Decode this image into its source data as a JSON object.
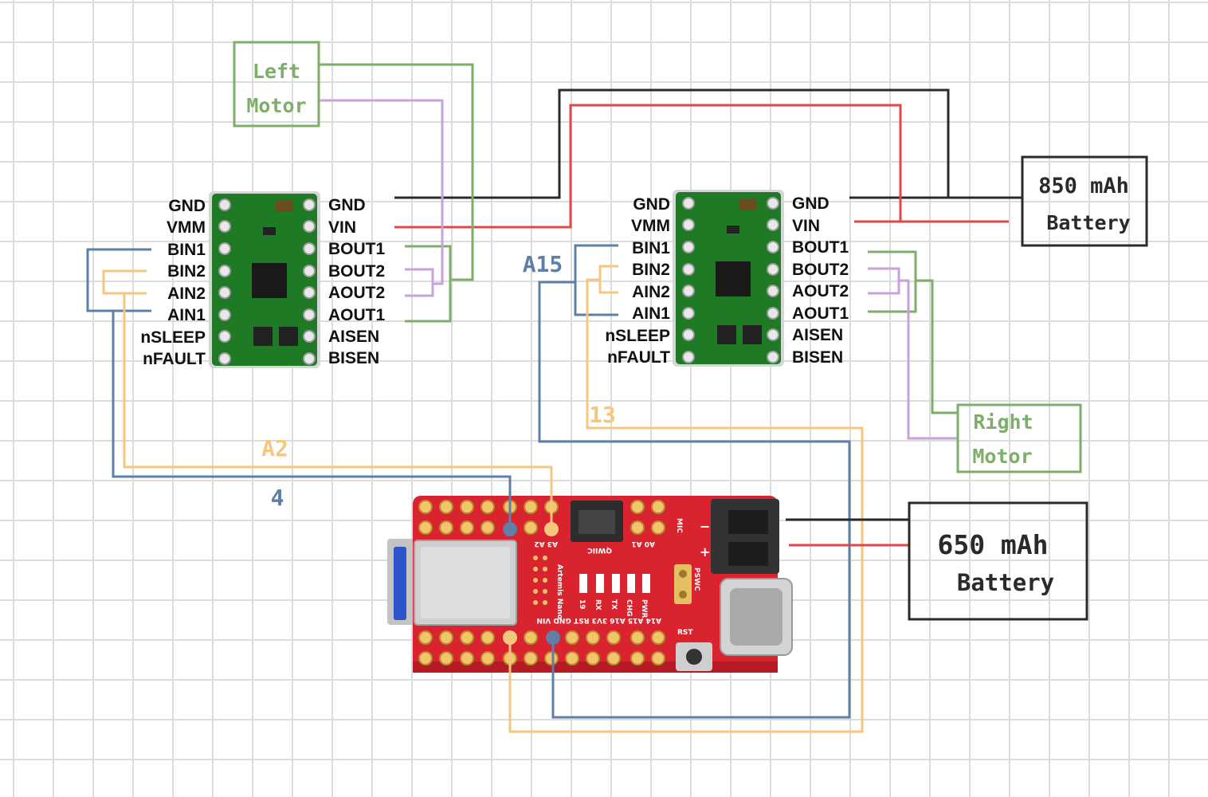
{
  "colors": {
    "motor_green": "#7fae6b",
    "purple": "#c9a2dc",
    "blue": "#5f7fa6",
    "orange": "#f5c77e",
    "red": "#e04848",
    "black": "#2a2a2a",
    "board_red": "#d9232e",
    "driver_green": "#1f7a25"
  },
  "left_driver": {
    "left_pins": [
      "GND",
      "VMM",
      "BIN1",
      "BIN2",
      "AIN2",
      "AIN1",
      "nSLEEP",
      "nFAULT"
    ],
    "right_pins": [
      "GND",
      "VIN",
      "BOUT1",
      "BOUT2",
      "AOUT2",
      "AOUT1",
      "AISEN",
      "BISEN"
    ]
  },
  "right_driver": {
    "left_pins": [
      "GND",
      "VMM",
      "BIN1",
      "BIN2",
      "AIN2",
      "AIN1",
      "nSLEEP",
      "nFAULT"
    ],
    "right_pins": [
      "GND",
      "VIN",
      "BOUT1",
      "BOUT2",
      "AOUT2",
      "AOUT1",
      "AISEN",
      "BISEN"
    ]
  },
  "boxes": {
    "left_motor": [
      "Left",
      "Motor"
    ],
    "right_motor": [
      "Right",
      "Motor"
    ],
    "battery_850": [
      "850 mAh",
      "Battery"
    ],
    "battery_650": [
      "650 mAh",
      "Battery"
    ]
  },
  "wire_labels": {
    "a2": "A2",
    "four": "4",
    "a15": "A15",
    "thirteen": "13"
  },
  "board": {
    "top_pins": "A3  A2",
    "top_pins_right": "A0  A1",
    "qwiic": "QWIIC",
    "name": "Artemis Nano",
    "bottom_pins": "A14 A15 A16 3V3 RST GND VIN",
    "leds": [
      "19",
      "RX",
      "TX",
      "CHG",
      "PWR"
    ],
    "mic": "MIC",
    "pswc": "PSWC",
    "rst": "RST",
    "plus": "+",
    "minus": "−"
  }
}
